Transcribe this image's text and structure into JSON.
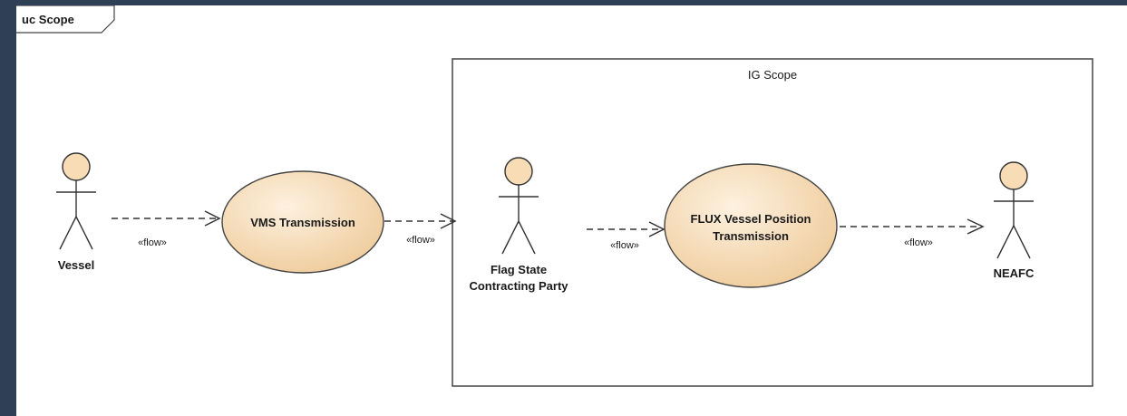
{
  "diagram": {
    "frame_title": "uc Scope",
    "boundary_title": "IG Scope",
    "actors": {
      "vessel": "Vessel",
      "flag_state_line1": "Flag State",
      "flag_state_line2": "Contracting Party",
      "neafc": "NEAFC"
    },
    "use_cases": {
      "vms": "VMS Transmission",
      "flux_line1": "FLUX Vessel Position",
      "flux_line2": "Transmission"
    },
    "flows": {
      "vessel_to_vms": "«flow»",
      "vms_to_flag_state": "«flow»",
      "flag_state_to_flux": "«flow»",
      "flux_to_neafc": "«flow»"
    },
    "colors": {
      "page_bg": "#2f3f55",
      "use_case_fill_light": "#fdf1df",
      "use_case_fill_dark": "#efcc9c",
      "actor_head_fill": "#f7dcb6",
      "stroke": "#333333"
    }
  }
}
